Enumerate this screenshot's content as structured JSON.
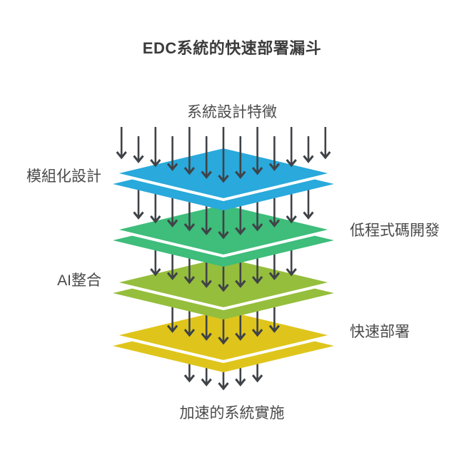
{
  "title": "EDC系統的快速部署漏斗",
  "colors": {
    "arrow": "#3f4347",
    "title_text": "#3b3b3b",
    "label_text": "#4a4a4a",
    "background": "#ffffff",
    "layer_separator": "#ffffff"
  },
  "funnel": {
    "input_label": "系統設計特徵",
    "output_label": "加速的系統實施",
    "layers": [
      {
        "label": "模組化設計",
        "side": "left",
        "color": "#29a9dc"
      },
      {
        "label": "低程式碼開發",
        "side": "right",
        "color": "#3ebd7b"
      },
      {
        "label": "AI整合",
        "side": "left",
        "color": "#95be3c"
      },
      {
        "label": "快速部署",
        "side": "right",
        "color": "#dfc51b"
      }
    ],
    "arrow_rows": [
      13,
      11,
      9,
      7,
      5
    ]
  }
}
